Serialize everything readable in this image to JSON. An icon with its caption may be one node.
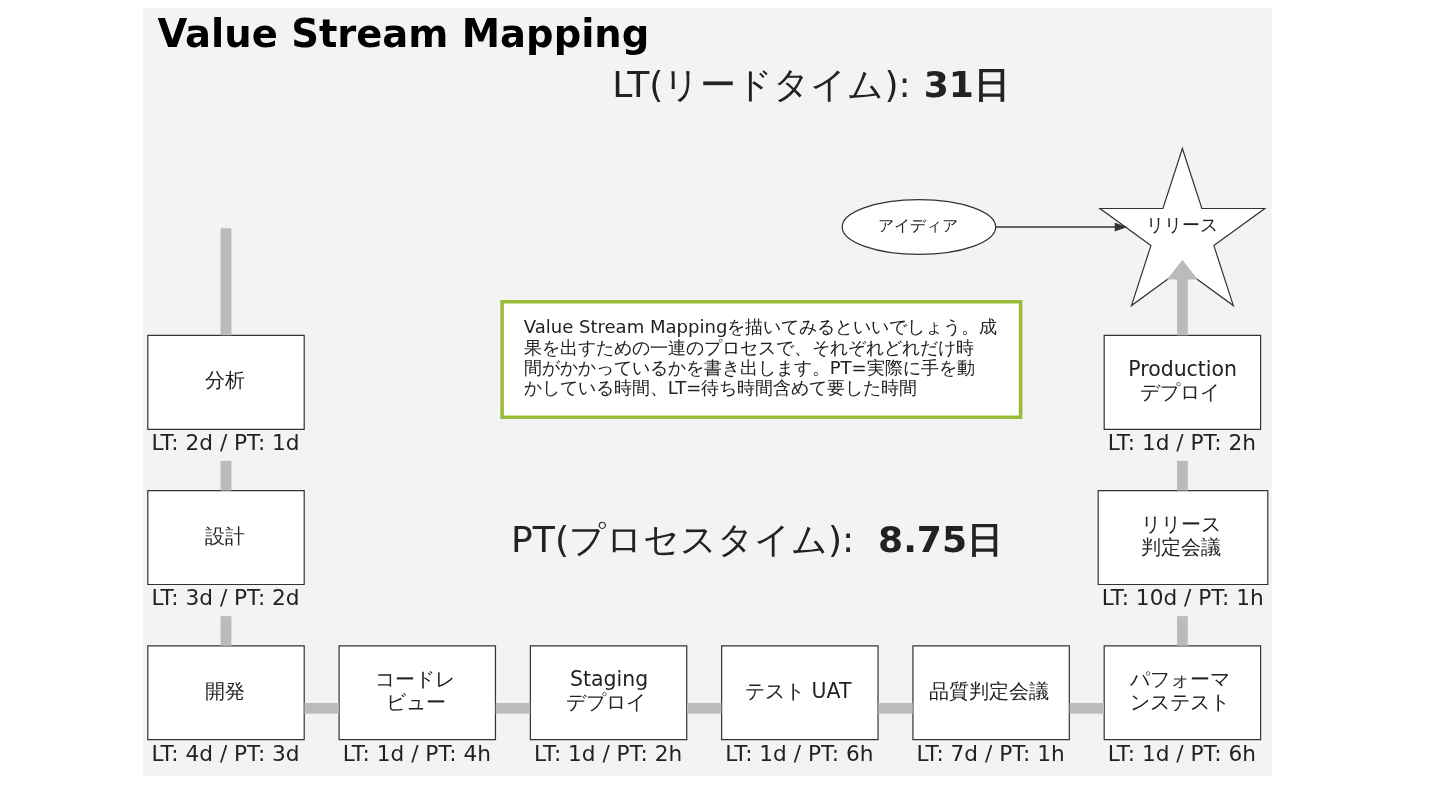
{
  "diagram": {
    "title": "Value Stream Mapping",
    "nodes": [
      {
        "text": [
          "Value Stream Mappingを描いてみるといいでしょう。成果を出すための一連のプロセスで、それぞれどれだけ時間がかかっているかを書き出します。PT=実際に手を動かしている時間、LT=待ち時間含めて要した時間"
        ]
      },
      {
        "text": [
          "アイディア"
        ]
      },
      {
        "text": [
          "リリース"
        ]
      },
      {
        "text": [
          "分析"
        ],
        "beside": [
          "LT: 2d / PT: 1d"
        ]
      },
      {
        "text": [
          "Production デプロイ"
        ],
        "beside": [
          "LT: 1d / PT: 2h"
        ]
      },
      {
        "text": [
          "設計"
        ],
        "beside": [
          "LT: 3d / PT: 2d"
        ]
      },
      {
        "text": [
          "リリース判定会議"
        ],
        "beside": [
          "LT: 10d / PT: 1h"
        ]
      },
      {
        "text": [
          "開発"
        ],
        "beside": [
          "LT: 4d / PT: 3d"
        ]
      },
      {
        "text": [
          "コードレビュー"
        ],
        "beside": [
          "LT: 1d / PT: 4h"
        ]
      },
      {
        "text": [
          "Staging デプロイ"
        ],
        "beside": [
          "LT: 1d / PT: 2h"
        ]
      },
      {
        "text": [
          "テスト UAT"
        ],
        "beside": [
          "LT: 1d / PT: 6h"
        ]
      },
      {
        "text": [
          "品質判定会議"
        ],
        "beside": [
          "LT: 7d / PT: 1h"
        ]
      },
      {
        "text": [
          "パフォーマンステスト"
        ],
        "beside": [
          "LT: 1d / PT: 6h"
        ]
      }
    ],
    "edges": [
      {
        "from": null,
        "to": 3,
        "arrow": "none"
      },
      {
        "from": 1,
        "to": 2,
        "arrow": "to",
        "color": "#333333"
      },
      {
        "from": 3,
        "to": 5,
        "arrow": "none"
      },
      {
        "from": 5,
        "to": 7,
        "arrow": "none"
      },
      {
        "from": 7,
        "to": 8,
        "arrow": "none"
      },
      {
        "from": 8,
        "to": 9,
        "arrow": "none"
      },
      {
        "from": 9,
        "to": 10,
        "arrow": "none"
      },
      {
        "from": 10,
        "to": 11,
        "arrow": "none"
      },
      {
        "from": 11,
        "to": 12,
        "arrow": "none"
      },
      {
        "from": 12,
        "to": 6,
        "arrow": "none"
      },
      {
        "from": 6,
        "to": 4,
        "arrow": "none"
      },
      {
        "from": 4,
        "to": 2,
        "arrow": "to"
      }
    ],
    "labels": [
      "LT(リードタイム): **31日**",
      "PT(プロセスタイム):  **8.75日**"
    ]
  }
}
